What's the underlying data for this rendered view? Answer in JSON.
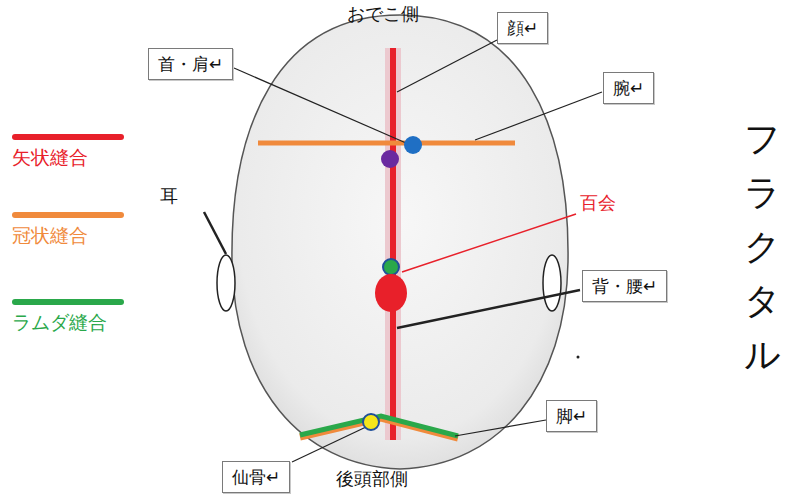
{
  "diagram": {
    "nodes": [
      {
        "text": [
          "顔↵"
        ]
      },
      {
        "text": [
          "首・肩↵"
        ]
      },
      {
        "text": [
          "腕↵"
        ]
      },
      {
        "text": [
          "背・腰↵"
        ]
      },
      {
        "text": [
          "脚↵"
        ]
      },
      {
        "text": [
          "仙骨↵"
        ]
      }
    ],
    "labels": [
      "おでこ側",
      "耳",
      "百会",
      "後頭部側",
      "フラクタル"
    ],
    "legend": [
      {
        "text": "矢状縫合",
        "color": "#e8202a"
      },
      {
        "text": "冠状縫合",
        "color": "#f08a3c"
      },
      {
        "text": "ラムダ縫合",
        "color": "#2aa84a"
      }
    ]
  }
}
